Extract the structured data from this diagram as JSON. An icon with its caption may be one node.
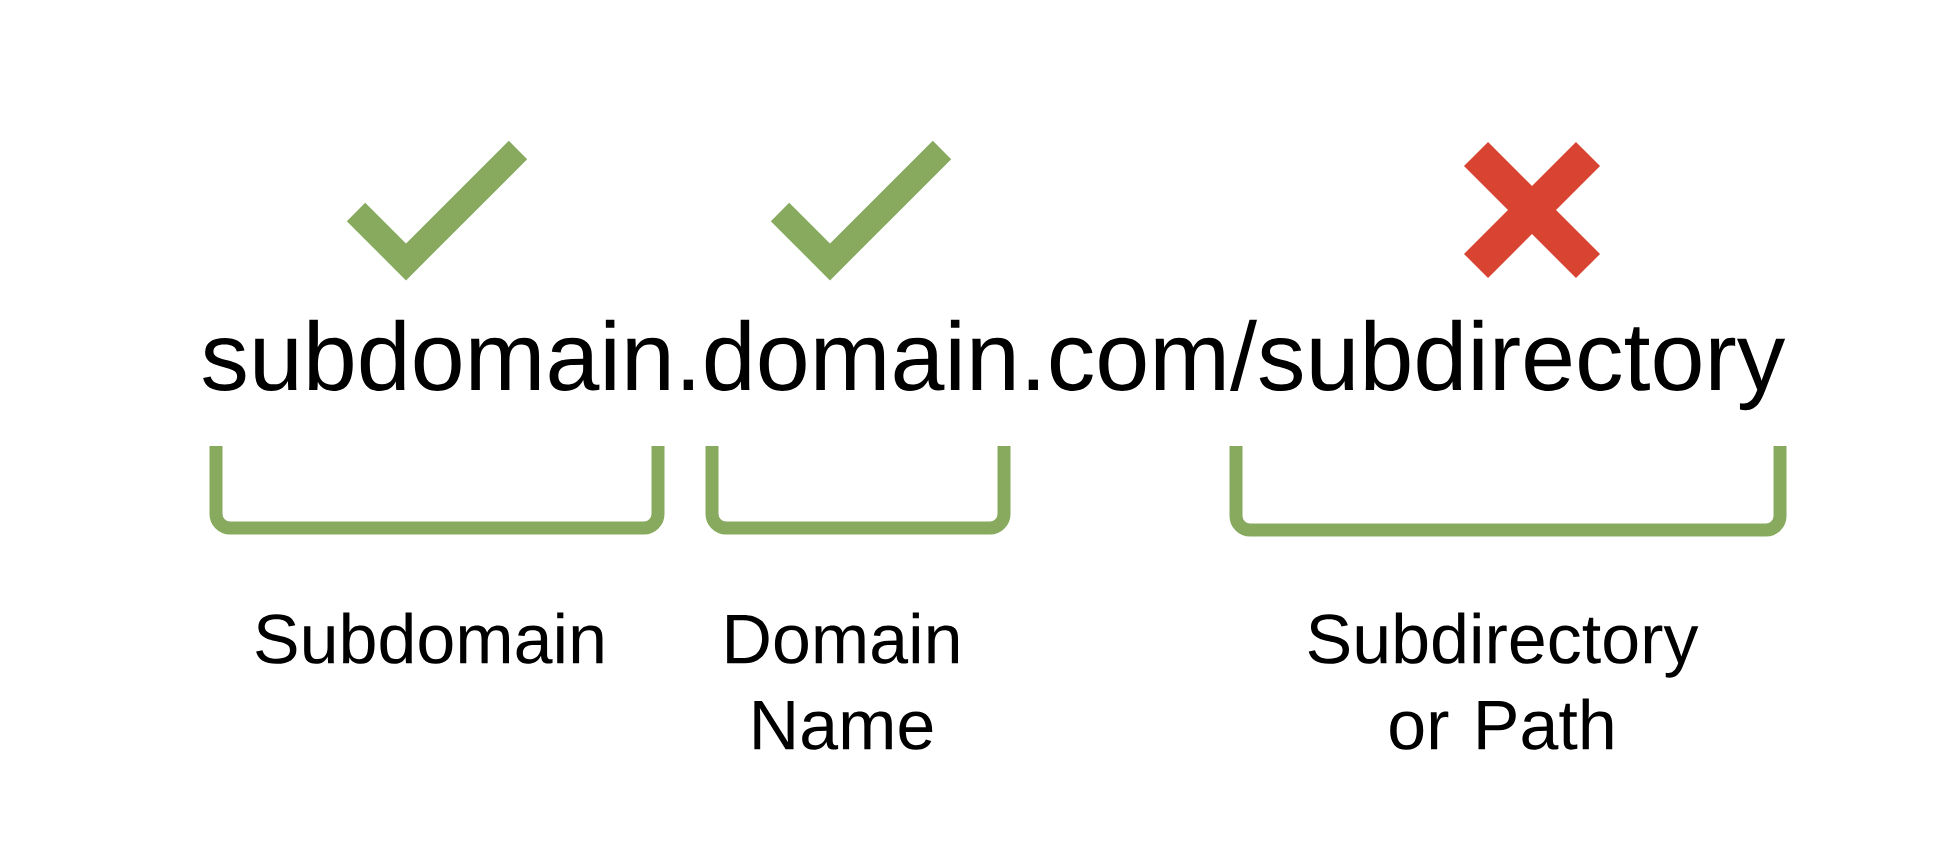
{
  "diagram": {
    "labels": [
      "subdomain.domain.com/subdirectory",
      "Subdomain",
      "Domain Name",
      "Subdirectory or Path"
    ]
  }
}
